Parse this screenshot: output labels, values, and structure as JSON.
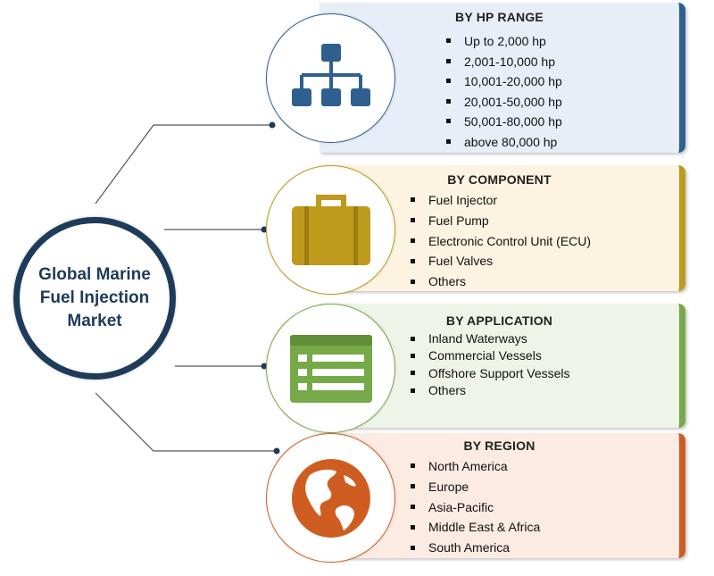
{
  "hub": {
    "title": "Global Marine Fuel Injection Market"
  },
  "segments": [
    {
      "title": "BY HP RANGE",
      "icon": "hierarchy-icon",
      "accent": "#2e5f8f",
      "fill": "#e7eef7",
      "items": [
        "Up to 2,000 hp",
        "2,001-10,000 hp",
        "10,001-20,000 hp",
        "20,001-50,000 hp",
        "50,001-80,000 hp",
        "above 80,000 hp"
      ]
    },
    {
      "title": "BY COMPONENT",
      "icon": "briefcase-icon",
      "accent": "#bf9a1c",
      "fill": "#fcf3e0",
      "items": [
        "Fuel Injector",
        "Fuel Pump",
        "Electronic Control Unit (ECU)",
        "Fuel Valves",
        "Others"
      ]
    },
    {
      "title": "BY APPLICATION",
      "icon": "list-document-icon",
      "accent": "#76a948",
      "fill": "#eff4e8",
      "items": [
        "Inland Waterways",
        "Commercial Vessels",
        "Offshore Support Vessels",
        "Others"
      ]
    },
    {
      "title": "BY REGION",
      "icon": "globe-icon",
      "accent": "#cf5d22",
      "fill": "#fbebe2",
      "items": [
        "North America",
        "Europe",
        "Asia-Pacific",
        "Middle East & Africa",
        "South America"
      ]
    }
  ]
}
